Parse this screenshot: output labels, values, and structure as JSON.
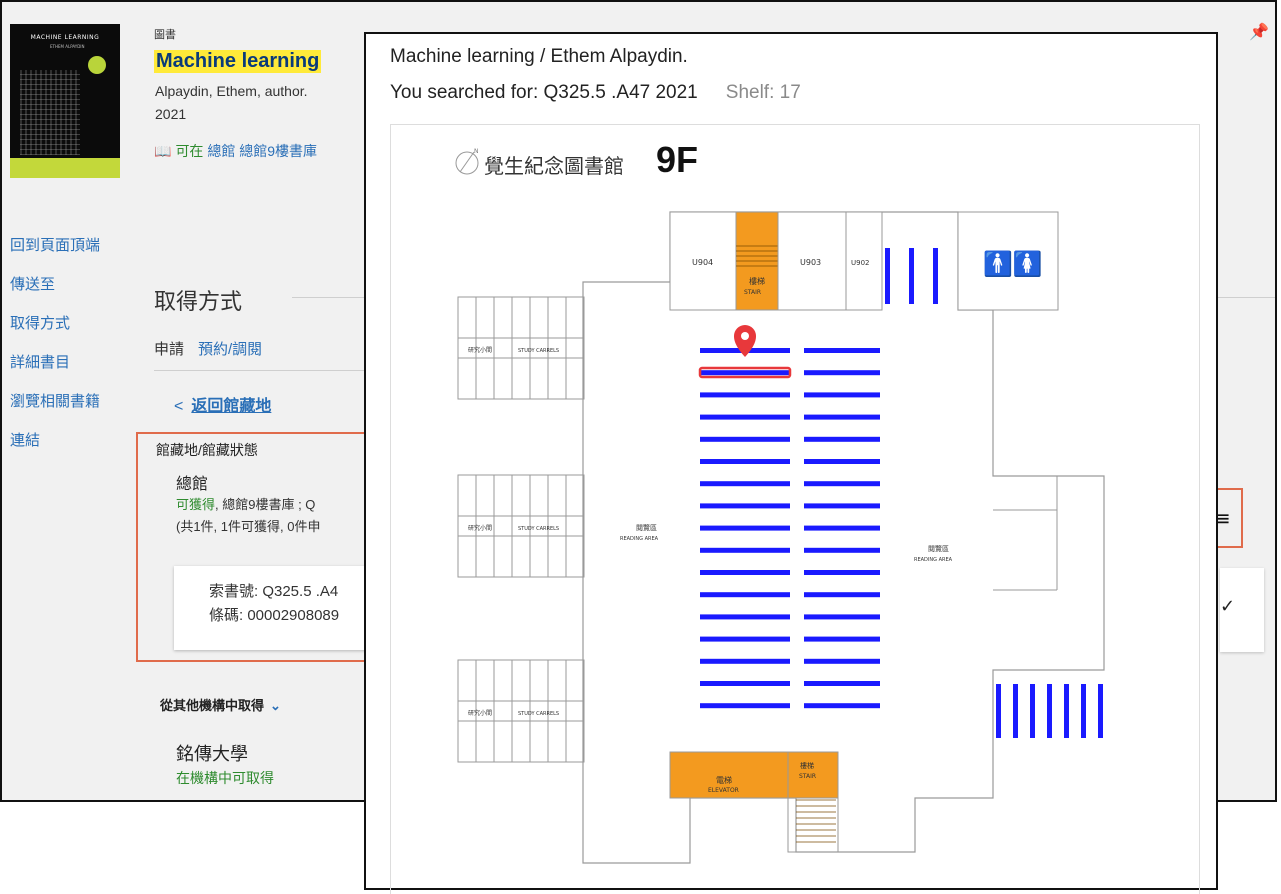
{
  "record": {
    "type_label": "圖書",
    "cover": {
      "line1": "MACHINE LEARNING",
      "line2": "ETHEM ALPAYDIN"
    },
    "title": "Machine learning",
    "author": "Alpaydin, Ethem, author.",
    "year": "2021",
    "availability": {
      "status": "可在",
      "library": "總館",
      "location": "總館9樓書庫"
    }
  },
  "left_nav": [
    "回到頁面頂端",
    "傳送至",
    "取得方式",
    "詳細書目",
    "瀏覽相關書籍",
    "連結"
  ],
  "get_it": {
    "section_title": "取得方式",
    "request_label": "申請",
    "hold_link": "預約/調閱",
    "back_chevron": "<",
    "back_link": "返回館藏地",
    "location_header": "館藏地/館藏狀態",
    "location_name": "總館",
    "status_available": "可獲得",
    "status_rest": ", 總館9樓書庫 ; Q",
    "count_text": "(共1件, 1件可獲得, 0件申",
    "call_number": "索書號: Q325.5 .A4",
    "barcode": "條碼: 00002908089"
  },
  "other_institutions": {
    "header": "從其他機構中取得",
    "institution": "銘傳大學",
    "status": "在機構中可取得"
  },
  "popup": {
    "title_line": "Machine learning / Ethem Alpaydin.",
    "search_prefix": "You searched for: ",
    "call_number": "Q325.5 .A47 2021",
    "shelf": "Shelf: 17",
    "library_name": "覺生紀念圖書館",
    "floor": "9F",
    "map_labels": {
      "u904": "U904",
      "u903": "U903",
      "u902": "U902",
      "stair_top_cn": "樓梯",
      "stair_top_en": "STAIR",
      "carrel_cn": "研究小間",
      "carrel_en": "STUDY CARRELS",
      "carrel_mid_en": "STUDY CARRELS",
      "reading_cn": "閱覽區",
      "reading_en": "READING AREA",
      "elevator_cn": "電梯",
      "elevator_en": "ELEVATOR",
      "stair_bottom_cn": "樓梯",
      "stair_bottom_en": "STAIR",
      "restroom": "🚹🚺"
    }
  },
  "icons": {
    "pin": "pin-icon",
    "book": "book-icon",
    "chevron_down": "chevron-down-icon",
    "location_marker": "location-marker-icon",
    "check": "check-icon"
  },
  "colors": {
    "highlight": "#ffea39",
    "link": "#2a6fb7",
    "available": "#2e8b2e",
    "accent_border": "#e06b4b",
    "shelf": "#1a1aff",
    "stair": "#f39a1f",
    "marker": "#e8383b"
  },
  "floorplan": {
    "shelf_rows": 17,
    "highlighted_shelf": 17
  }
}
